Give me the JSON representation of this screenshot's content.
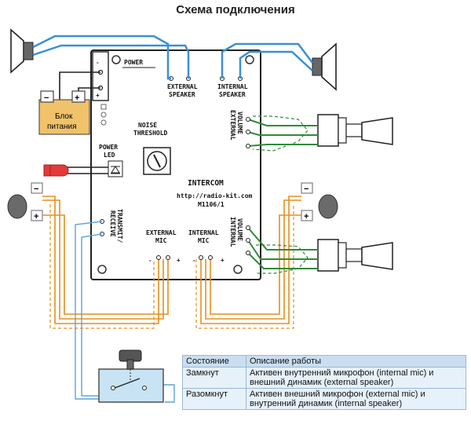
{
  "title": "Схема подключения",
  "board": {
    "name": "INTERCOM",
    "url": "http://radio-kit.com",
    "model": "M1106/1",
    "power": "POWER",
    "minus": "-",
    "plus": "+",
    "external_speaker_1": "EXTERNAL",
    "external_speaker_2": "SPEAKER",
    "internal_speaker_1": "INTERNAL",
    "internal_speaker_2": "SPEAKER",
    "noise_1": "NOISE",
    "noise_2": "THRESHOLD",
    "power_led_1": "POWER",
    "power_led_2": "LED",
    "volume_external_1": "VOLUME",
    "volume_external_2": "EXTERNAL",
    "volume_internal_1": "VOLUME",
    "volume_internal_2": "INTERNAL",
    "transmit_1": "TRANSMIT/",
    "transmit_2": "RECEIVE",
    "external_mic_1": "EXTERNAL",
    "external_mic_2": "MIC",
    "internal_mic_1": "INTERNAL",
    "internal_mic_2": "MIC"
  },
  "power_supply": {
    "label_1": "Блок",
    "label_2": "питания",
    "minus": "−",
    "plus": "+"
  },
  "mic_left": {
    "minus": "−",
    "plus": "+"
  },
  "mic_right": {
    "minus": "−",
    "plus": "+"
  },
  "table": {
    "header": [
      "Состояние",
      "Описание работы"
    ],
    "rows": [
      [
        "Замкнут",
        "Активен внутренний микрофон (internal mic) и внешний динамик (external speaker)"
      ],
      [
        "Разомкнут",
        "Активен внешний микрофон (external mic) и внутренний динамик (internal speaker)"
      ]
    ]
  },
  "colors": {
    "speaker_wire": "#3b8fd4",
    "mic_wire": "#e58f1c",
    "pot_wire": "#2e8b3a",
    "power_supply": "#f0c26a",
    "led": "#e23a3a"
  }
}
